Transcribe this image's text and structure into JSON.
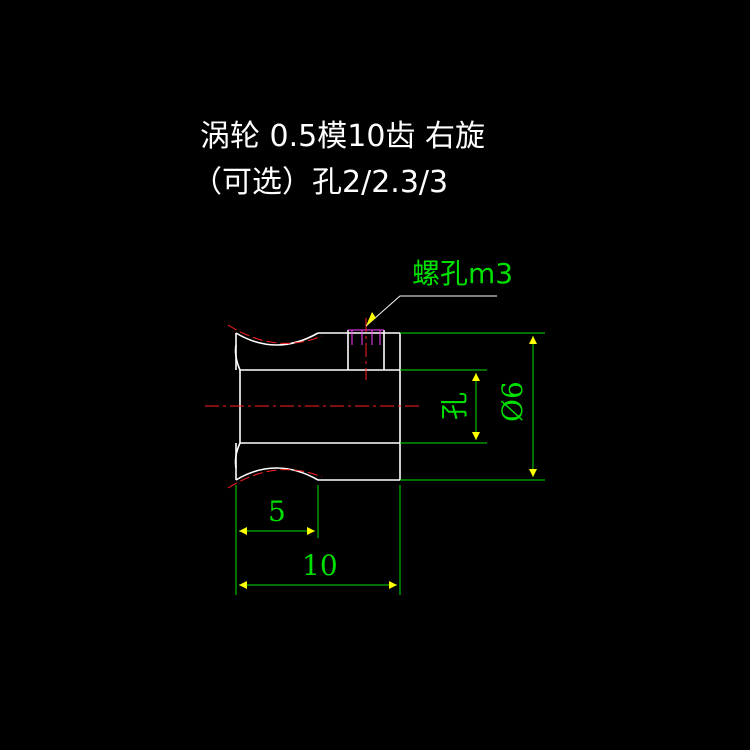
{
  "title": {
    "line1": "涡轮 0.5模10齿  右旋",
    "line2": "（可选）孔2/2.3/3"
  },
  "annotations": {
    "thread_hole": "螺孔m3",
    "bore": "孔",
    "diameter": "Ø6",
    "dim_half": "5",
    "dim_full": "10"
  },
  "colors": {
    "background": "#000000",
    "outline": "#ffffff",
    "dimension": "#00e000",
    "arrow": "#ffff00",
    "centerline": "#ff2020",
    "thread": "#ff40ff"
  }
}
